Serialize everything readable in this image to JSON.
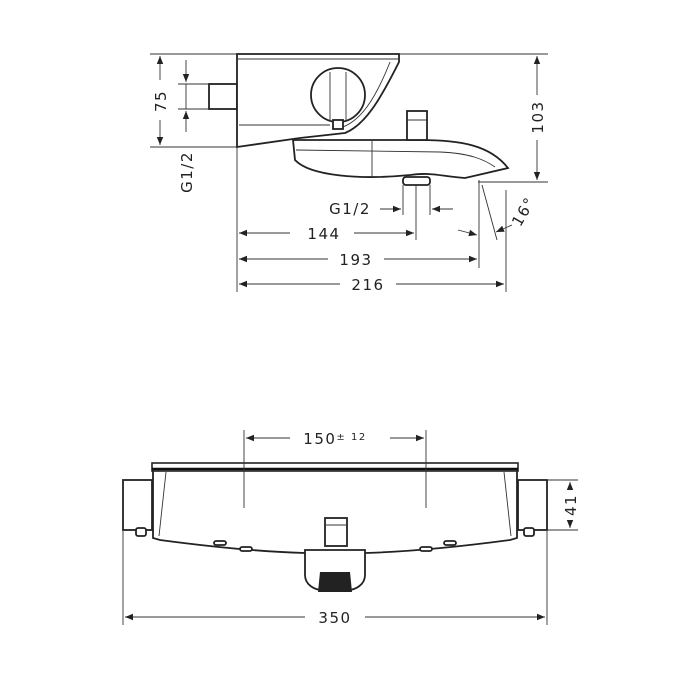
{
  "side_view": {
    "dim_height_inlet": "75",
    "dim_height_total": "103",
    "dim_thread_inlet": "G1/2",
    "dim_thread_outlet": "G1/2",
    "dim_outlet_distance": "144",
    "dim_spout_reach": "193",
    "dim_total_depth": "216",
    "dim_spout_angle": "16°"
  },
  "front_view": {
    "dim_connection_centres": "150",
    "dim_connection_tolerance": "± 12",
    "dim_body_height": "41",
    "dim_total_width": "350"
  }
}
